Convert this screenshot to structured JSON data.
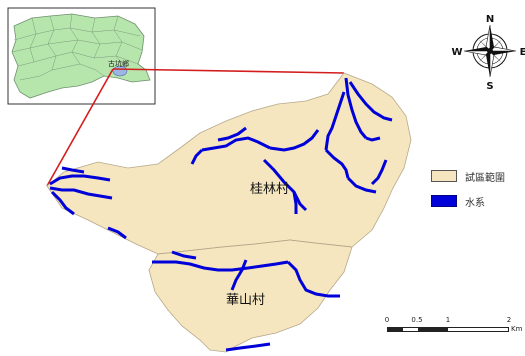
{
  "inset": {
    "label": "古坑鄉",
    "colors": {
      "land": "#b7e6ad",
      "border": "#7a9a7a",
      "highlight": "#9ab6e3"
    }
  },
  "villages": [
    {
      "name": "桂林村"
    },
    {
      "name": "華山村"
    }
  ],
  "colors": {
    "study_area": "#f5e6bf",
    "study_area_border": "#b6a88a",
    "water": "#0000d8",
    "leader": "#d41e1e"
  },
  "legend": {
    "items": [
      {
        "label": "試區範圍",
        "color": "#f5e6bf",
        "kind": "study_area"
      },
      {
        "label": "水系",
        "color": "#0000d8",
        "kind": "water"
      }
    ]
  },
  "north_arrow": {
    "labels": {
      "n": "N",
      "e": "E",
      "s": "S",
      "w": "W"
    },
    "icon": "compass-rose-icon"
  },
  "scale_bar": {
    "ticks": [
      "0",
      "0.5",
      "1",
      "2"
    ],
    "unit": "Km"
  }
}
